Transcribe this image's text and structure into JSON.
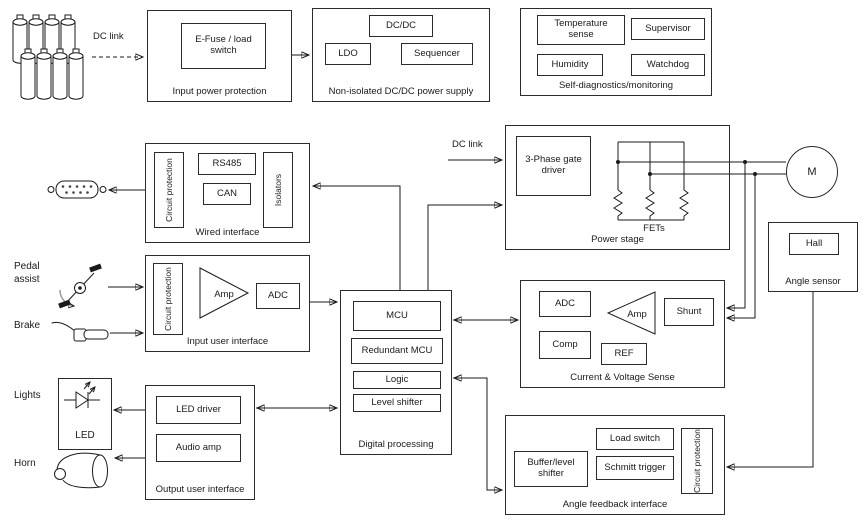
{
  "app": {
    "type": "system-block-diagram",
    "background": "#ffffff",
    "line_color": "#1a1a1a"
  },
  "labels": {
    "dc_link_top": "DC link",
    "dc_link_right": "DC link",
    "pedal_assist": "Pedal assist",
    "brake": "Brake",
    "lights": "Lights",
    "led": "LED",
    "horn": "Horn",
    "motor": "M"
  },
  "blocks": {
    "input_power_protection": {
      "title": "Input power protection",
      "efuse": "E-Fuse / load switch"
    },
    "dcdc_supply": {
      "title": "Non-isolated DC/DC power supply",
      "dcdc": "DC/DC",
      "ldo": "LDO",
      "sequencer": "Sequencer"
    },
    "diagnostics": {
      "title": "Self-diagnostics/monitoring",
      "temperature_sense": "Temperature sense",
      "supervisor": "Supervisor",
      "humidity": "Humidity",
      "watchdog": "Watchdog"
    },
    "wired_interface": {
      "title": "Wired interface",
      "circuit_protection": "Circuit protection",
      "rs485": "RS485",
      "can": "CAN",
      "isolators": "Isolators"
    },
    "input_user_interface": {
      "title": "Input user interface",
      "circuit_protection": "Circuit protection",
      "amp": "Amp",
      "adc": "ADC"
    },
    "output_user_interface": {
      "title": "Output user interface",
      "led_driver": "LED driver",
      "audio_amp": "Audio amp"
    },
    "digital_processing": {
      "title": "Digital processing",
      "mcu": "MCU",
      "redundant_mcu": "Redundant MCU",
      "logic": "Logic",
      "level_shifter": "Level shifter"
    },
    "power_stage": {
      "title": "Power stage",
      "gate_driver": "3-Phase gate driver",
      "fets": "FETs"
    },
    "angle_sensor": {
      "title": "Angle sensor",
      "hall": "Hall"
    },
    "current_voltage_sense": {
      "title": "Current & Voltage Sense",
      "adc": "ADC",
      "amp": "Amp",
      "shunt": "Shunt",
      "comp": "Comp",
      "ref": "REF"
    },
    "angle_feedback_interface": {
      "title": "Angle feedback interface",
      "load_switch": "Load switch",
      "buffer_level_shifter": "Buffer/level shifter",
      "schmitt_trigger": "Schmitt trigger",
      "circuit_protection": "Circuit protection"
    }
  },
  "icons": {
    "battery_pack": "battery-cells-icon",
    "connector": "db9-connector-icon",
    "pedal": "pedal-crank-icon",
    "brake": "brake-lever-icon",
    "led": "led-diode-icon",
    "horn": "horn-icon",
    "motor": "motor-circle-icon"
  }
}
